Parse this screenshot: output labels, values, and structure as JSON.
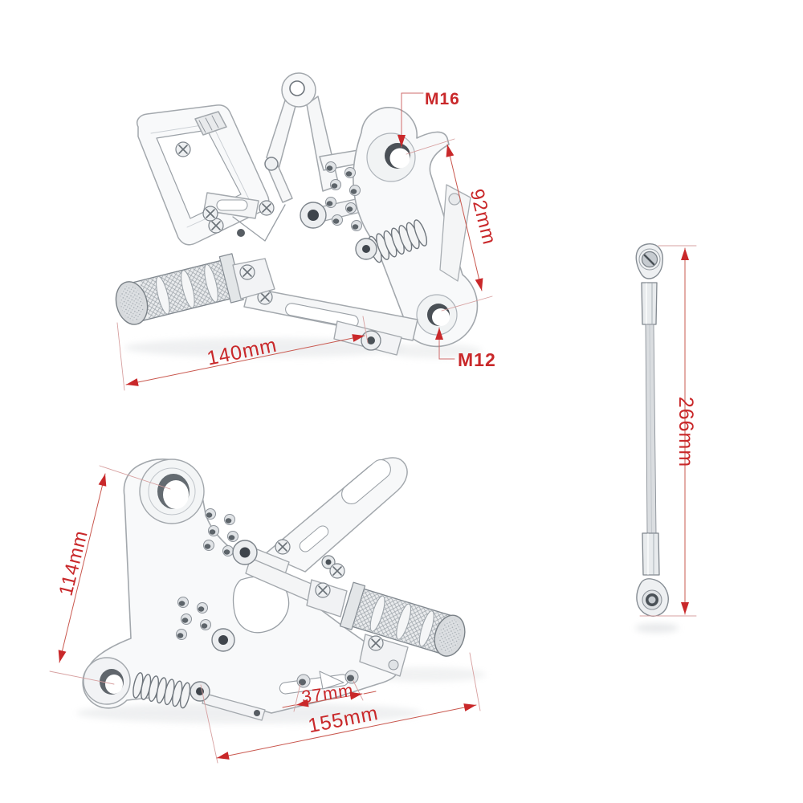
{
  "page": {
    "background": "#ffffff"
  },
  "diagram": {
    "type": "dimensioned-product-line-drawing",
    "accent_color": "#c9282a",
    "line_color": "#a3a8ad",
    "labels": {
      "m16": "M16",
      "m12": "M12",
      "dim_92": "92mm",
      "dim_140": "140mm",
      "dim_114": "114mm",
      "dim_37": "37mm",
      "dim_155": "155mm",
      "dim_266": "266mm"
    },
    "parts": [
      {
        "name": "rearset-assembly-right-side",
        "dimension_labels": [
          "M16",
          "92mm",
          "140mm",
          "M12"
        ]
      },
      {
        "name": "rearset-assembly-left-side",
        "dimension_labels": [
          "114mm",
          "37mm",
          "155mm"
        ]
      },
      {
        "name": "shift-linkage-rod",
        "dimension_labels": [
          "266mm"
        ]
      }
    ]
  }
}
